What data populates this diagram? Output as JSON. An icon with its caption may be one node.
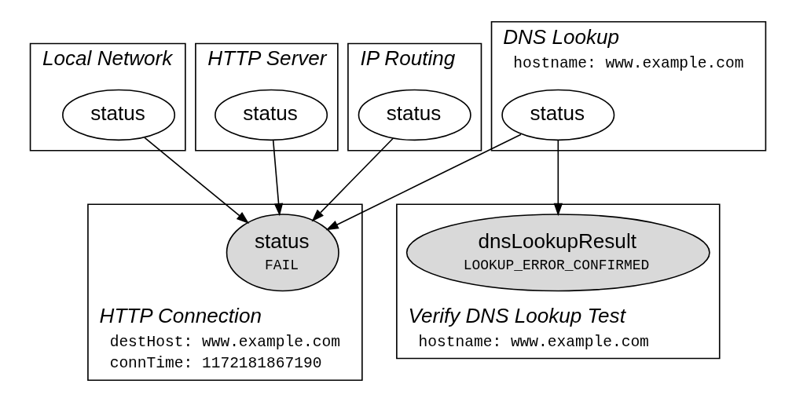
{
  "diagram": {
    "nodes": [
      {
        "text": [
          "Local Network"
        ]
      },
      {
        "text": [
          "status"
        ],
        "in": 0
      },
      {
        "text": [
          "HTTP Server"
        ]
      },
      {
        "text": [
          "status"
        ],
        "in": 2
      },
      {
        "text": [
          "IP Routing"
        ]
      },
      {
        "text": [
          "status"
        ],
        "in": 4
      },
      {
        "text": [
          "DNS Lookup",
          "hostname: www.example.com"
        ]
      },
      {
        "text": [
          "status"
        ],
        "in": 6
      },
      {
        "text": [
          "HTTP Connection",
          "destHost: www.example.com",
          "connTime: 1172181867190"
        ]
      },
      {
        "text": [
          "status",
          "FAIL"
        ],
        "in": 8
      },
      {
        "text": [
          "Verify DNS Lookup Test",
          "hostname: www.example.com"
        ]
      },
      {
        "text": [
          "dnsLookupResult",
          "LOOKUP_ERROR_CONFIRMED"
        ],
        "in": 10
      }
    ],
    "edges": [
      {
        "from": 1,
        "to": 9,
        "arrow": "to"
      },
      {
        "from": 3,
        "to": 9,
        "arrow": "to"
      },
      {
        "from": 5,
        "to": 9,
        "arrow": "to"
      },
      {
        "from": 7,
        "to": 9,
        "arrow": "to"
      },
      {
        "from": 7,
        "to": 11,
        "arrow": "to"
      }
    ]
  }
}
